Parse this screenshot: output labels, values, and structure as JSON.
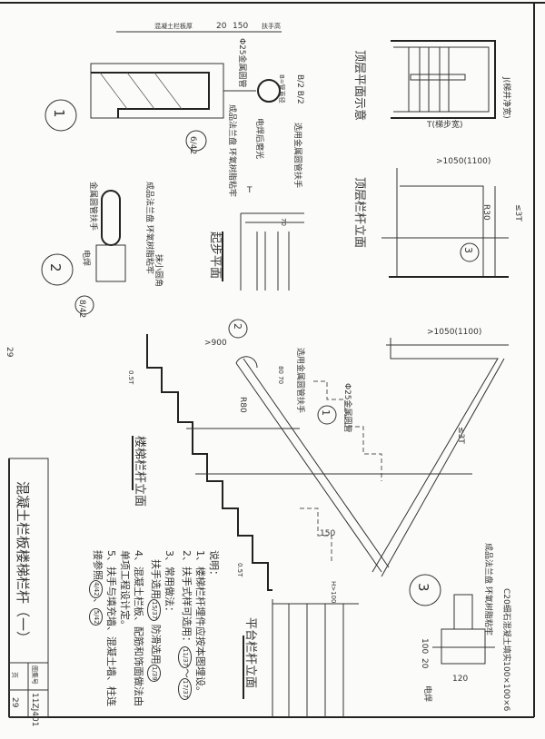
{
  "sheet": {
    "edge_page_number": "29"
  },
  "title_block": {
    "title": "混凝土栏板楼梯栏杆（一）",
    "atlas_label": "图集号",
    "atlas_no": "11ZJ401",
    "page_label": "页",
    "page_no": "29"
  },
  "notes": {
    "heading": "说明：",
    "item1": "1、楼梯栏杆埋件应按本图埋设。",
    "item2": "2、扶手式样可选用：",
    "item2_refs": [
      "11/37",
      "17/37"
    ],
    "item3": "3、常用做法：",
    "item3_line": "扶手选用",
    "item3_ref1": "15/37",
    "item3_mid": "防滑选用",
    "item3_ref2": "1/39",
    "item4": "4、混凝土栏板、配筋和饰面做法由单项工程设计定。",
    "item5": "5、扶手与填充墙、混凝土墙、柱连接参照",
    "item5_refs": [
      "4/42",
      "5/42"
    ]
  },
  "detail1": {
    "marker": "1",
    "dim_wall": "混凝土栏板厚",
    "dim_20": "20",
    "dim_150": "150",
    "dim_rail": "扶手高",
    "pipe_label": "Φ25金属圆管",
    "b_dims": "B/2 B/2",
    "b_label": "B=管直径",
    "rail_label": "选用金属圆管扶手",
    "weld_label": "电焊后磨光",
    "flange_label": "成品法兰盘 环氧树脂粘牢",
    "ref": "6/42"
  },
  "detail2": {
    "marker": "2",
    "rail_label": "金属圆管扶手",
    "flange_label": "成品法兰盘 环氧树脂粘牢",
    "weld_label": "电焊",
    "corner_label": "抹小圆角",
    "ref": "8/42"
  },
  "start_plan": {
    "title": "起步平面",
    "dim_T": "T",
    "dim_70": "70"
  },
  "top_plan": {
    "title": "顶层平面示意",
    "label_J": "J(梯井净宽)",
    "label_T": "T(梯步宽)"
  },
  "top_elev": {
    "title": "顶层栏杆立面",
    "dim_width": ">1050(1100)",
    "dim_R30": "R30",
    "dim_3T": "≤3T",
    "ref": "3"
  },
  "stair_elev": {
    "title": "楼梯栏杆立面",
    "ref_top": "2",
    "dim_900": ">900",
    "rail_label": "选用金属圆管扶手",
    "dim_80_70": "80 70",
    "dim_R80": "R80",
    "ref_mid": "1",
    "pipe_label": "Φ25金属圆管",
    "dim_150": "150",
    "dim_05T_top": "0.5T",
    "dim_05T_bot": "0.5T",
    "dim_width": ">1050(1100)",
    "dim_3T": "≤3T"
  },
  "platform_elev": {
    "title": "平台栏杆立面",
    "dim_h": "H>100"
  },
  "detail3": {
    "marker": "3",
    "flange_label": "成品法兰盘 环氧树脂粘牢",
    "concrete_label": "C20细石混凝土填实",
    "plate_label": "-100×100×6",
    "dim_100": "100",
    "dim_20": "20",
    "dim_120": "120",
    "weld_label": "电焊"
  }
}
